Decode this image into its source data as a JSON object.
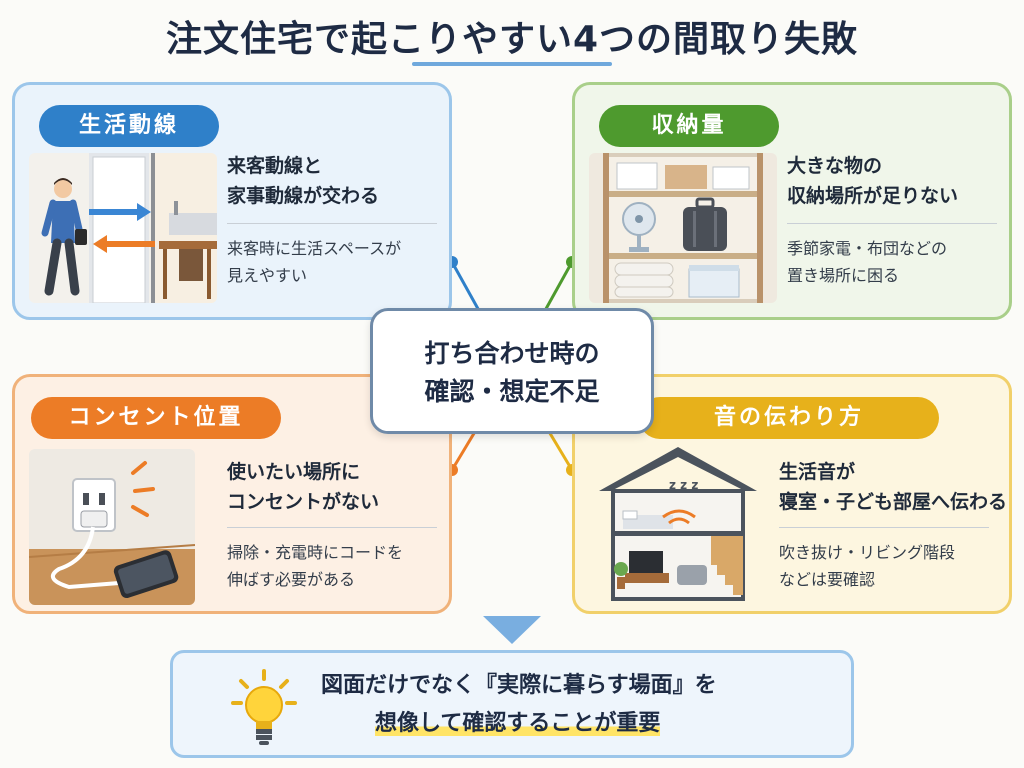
{
  "title": "注文住宅で起こりやすい4つの間取り失敗",
  "center": {
    "line1": "打ち合わせ時の",
    "line2": "確認・想定不足"
  },
  "cards": [
    {
      "label": "生活動線",
      "heading_line1": "来客動線と",
      "heading_line2": "家事動線が交わる",
      "body_line1": "来客時に生活スペースが",
      "body_line2": "見えやすい"
    },
    {
      "label": "収納量",
      "heading_line1": "大きな物の",
      "heading_line2": "収納場所が足りない",
      "body_line1": "季節家電・布団などの",
      "body_line2": "置き場所に困る"
    },
    {
      "label": "コンセント位置",
      "heading_line1": "使いたい場所に",
      "heading_line2": "コンセントがない",
      "body_line1": "掃除・充電時にコードを",
      "body_line2": "伸ばす必要がある"
    },
    {
      "label": "音の伝わり方",
      "heading_line1": "生活音が",
      "heading_line2": "寝室・子ども部屋へ伝わる",
      "body_line1": "吹き抜け・リビング階段",
      "body_line2": "などは要確認"
    }
  ],
  "bottom": {
    "line1_pre": "図面だけでなく",
    "line1_quote": "『実際に暮らす場面』",
    "line1_post": "を",
    "line2": "想像して確認することが重要"
  },
  "colors": {
    "blue": "#2f80c9",
    "green": "#4e9a2e",
    "orange": "#ec7c26",
    "yellow": "#e7b11b"
  },
  "icons": {
    "card1": "person-walking-arrows-kitchen",
    "card2": "storage-shelf-fan-suitcase-futon",
    "card3": "wall-outlet-phone-cable",
    "card4": "house-cross-section-sound-waves",
    "bottom": "light-bulb-icon"
  }
}
